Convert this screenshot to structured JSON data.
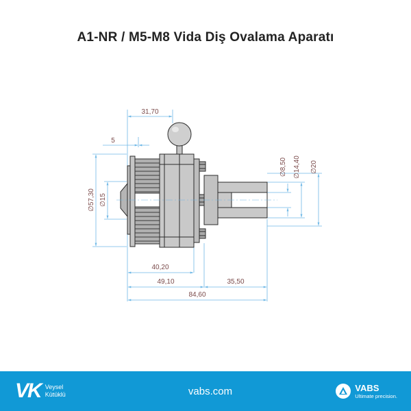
{
  "title": "A1-NR / M5-M8 Vida Diş Ovalama Aparatı",
  "dimensions": {
    "d_31_70": "31,70",
    "d_5": "5",
    "d_57_30": "∅57,30",
    "d_15": "∅15",
    "d_8_50": "∅8,50",
    "d_14_40": "∅14,40",
    "d_20": "∅20",
    "d_40_20": "40,20",
    "d_49_10": "49,10",
    "d_35_50": "35,50",
    "d_84_60": "84,60"
  },
  "footer": {
    "left_logo": "VK",
    "left_line1": "Veysel",
    "left_line2": "Kütüklü",
    "website": "vabs.com",
    "right_name": "VABS",
    "right_tagline": "Ultimate precision."
  },
  "colors": {
    "footer_bg": "#1199d6",
    "dimension_line": "#6fb8e6",
    "dimension_text": "#7a4a4a",
    "part_fill": "#c9c9c9",
    "part_stroke": "#2b2b2b"
  },
  "icons": {
    "vabs_logo": "triangle-in-circle-icon"
  }
}
